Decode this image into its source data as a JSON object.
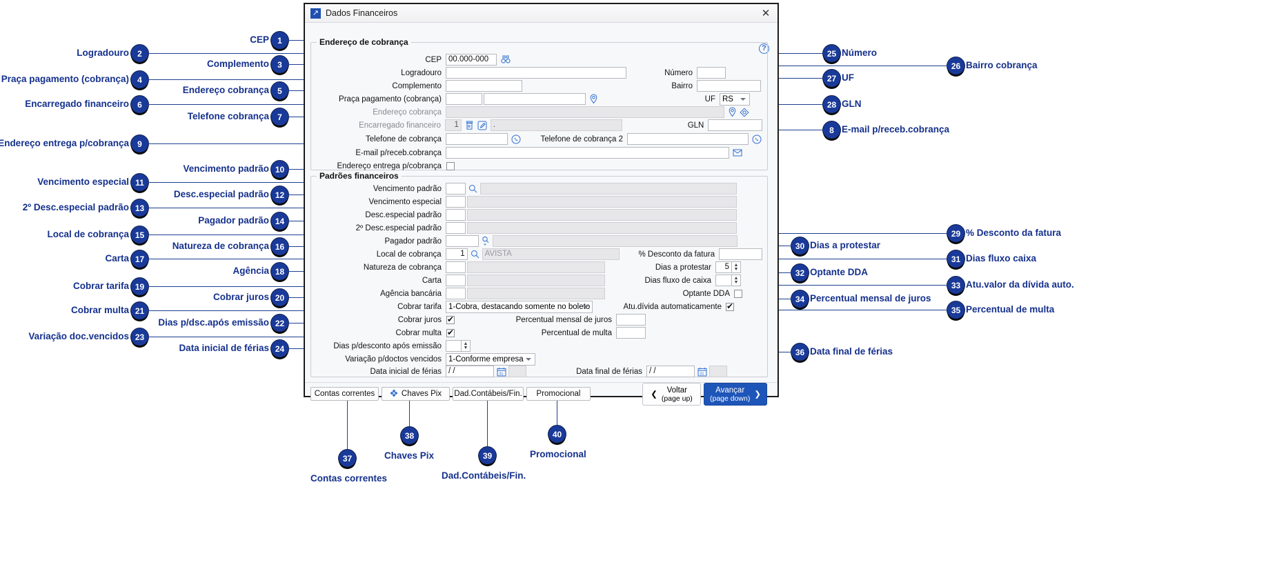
{
  "window": {
    "title": "Dados Financeiros",
    "icon": "arrow-up-right-icon",
    "close_label": "✕",
    "help_label": "?"
  },
  "groups": {
    "billing_address": "Endereço de cobrança",
    "financial_defaults": "Padrões financeiros"
  },
  "fields": {
    "cep": {
      "label": "CEP",
      "value": "00.000-000",
      "icon": "binoculars-icon"
    },
    "logradouro": {
      "label": "Logradouro",
      "value": ""
    },
    "numero": {
      "label": "Número",
      "value": ""
    },
    "complemento": {
      "label": "Complemento",
      "value": ""
    },
    "bairro": {
      "label": "Bairro",
      "value": ""
    },
    "praca_pagamento": {
      "label": "Praça pagamento (cobrança)",
      "code": "",
      "value": "",
      "icon": "map-pin-icon"
    },
    "uf": {
      "label": "UF",
      "value": "RS"
    },
    "endereco_cobranca": {
      "label": "Endereço cobrança",
      "value": "",
      "icons": [
        "map-pin-icon",
        "diamond-target-icon"
      ]
    },
    "encarregado_financeiro": {
      "label": "Encarregado financeiro",
      "code": "1",
      "value": ".",
      "icons": [
        "copy-icon",
        "edit-icon"
      ]
    },
    "gln": {
      "label": "GLN",
      "value": ""
    },
    "telefone_cobranca": {
      "label": "Telefone de cobrança",
      "value": "",
      "icon": "whatsapp-icon"
    },
    "telefone_cobranca2": {
      "label": "Telefone de cobrança 2",
      "value": "",
      "icon": "whatsapp-icon"
    },
    "email_cobranca": {
      "label": "E-mail p/receb.cobrança",
      "value": "",
      "icon": "mail-send-icon"
    },
    "endereco_entrega": {
      "label": "Endereço entrega p/cobrança",
      "checked": false
    },
    "vencimento_padrao": {
      "label": "Vencimento padrão",
      "code": "",
      "value": "",
      "icon": "search-icon"
    },
    "vencimento_especial": {
      "label": "Vencimento especial",
      "code": "",
      "value": ""
    },
    "desc_especial_padrao": {
      "label": "Desc.especial padrão",
      "code": "",
      "value": ""
    },
    "desc_especial_padrao2": {
      "label": "2º Desc.especial padrão",
      "code": "",
      "value": ""
    },
    "pagador_padrao": {
      "label": "Pagador padrão",
      "code": "",
      "value": "",
      "icon": "search-dropdown-icon"
    },
    "local_cobranca": {
      "label": "Local de cobrança",
      "code": "1",
      "value": "AVISTA",
      "icon": "search-icon"
    },
    "natureza_cobranca": {
      "label": "Natureza de cobrança",
      "code": "",
      "value": ""
    },
    "carta": {
      "label": "Carta",
      "code": "",
      "value": ""
    },
    "agencia_bancaria": {
      "label": "Agência bancária",
      "code": "",
      "value": ""
    },
    "cobrar_tarifa": {
      "label": "Cobrar tarifa",
      "value": "1-Cobra, destacando somente no boleto"
    },
    "cobrar_juros": {
      "label": "Cobrar juros",
      "checked": true
    },
    "cobrar_multa": {
      "label": "Cobrar multa",
      "checked": true
    },
    "dias_desconto": {
      "label": "Dias p/desconto após emissão",
      "value": ""
    },
    "variacao_vencidos": {
      "label": "Variação p/doctos vencidos",
      "value": "1-Conforme empresa"
    },
    "data_inicial_ferias": {
      "label": "Data inicial de férias",
      "value": "/  /",
      "icon": "calendar-icon"
    },
    "data_final_ferias": {
      "label": "Data final de férias",
      "value": "/  /",
      "icon": "calendar-icon"
    },
    "perc_desconto_fatura": {
      "label": "% Desconto da fatura",
      "value": ""
    },
    "dias_protestar": {
      "label": "Dias a protestar",
      "value": "5"
    },
    "dias_fluxo_caixa": {
      "label": "Dias fluxo de caixa",
      "value": ""
    },
    "optante_dda": {
      "label": "Optante DDA",
      "checked": false
    },
    "atu_divida": {
      "label": "Atu.dívida automaticamente",
      "checked": true
    },
    "perc_mensal_juros": {
      "label": "Percentual mensal de juros",
      "value": ""
    },
    "perc_multa": {
      "label": "Percentual de multa",
      "value": ""
    }
  },
  "buttons": {
    "contas_correntes": "Contas correntes",
    "chaves_pix": "Chaves Pix",
    "dad_contabeis": "Dad.Contábeis/Fin.",
    "promocional": "Promocional",
    "voltar_line1": "Voltar",
    "voltar_line2": "(page up)",
    "avancar_line1": "Avançar",
    "avancar_line2": "(page down)"
  },
  "annotations": [
    {
      "n": "1",
      "text": "CEP"
    },
    {
      "n": "2",
      "text": "Logradouro"
    },
    {
      "n": "3",
      "text": "Complemento"
    },
    {
      "n": "4",
      "text": "Praça pagamento (cobrança)"
    },
    {
      "n": "5",
      "text": "Endereço cobrança"
    },
    {
      "n": "6",
      "text": "Encarregado financeiro"
    },
    {
      "n": "7",
      "text": "Telefone cobrança"
    },
    {
      "n": "8",
      "text": "E-mail p/receb.cobrança"
    },
    {
      "n": "9",
      "text": "Endereço entrega p/cobrança"
    },
    {
      "n": "10",
      "text": "Vencimento padrão"
    },
    {
      "n": "11",
      "text": "Vencimento especial"
    },
    {
      "n": "12",
      "text": "Desc.especial padrão"
    },
    {
      "n": "13",
      "text": "2º Desc.especial padrão"
    },
    {
      "n": "14",
      "text": "Pagador padrão"
    },
    {
      "n": "15",
      "text": "Local de cobrança"
    },
    {
      "n": "16",
      "text": "Natureza de cobrança"
    },
    {
      "n": "17",
      "text": "Carta"
    },
    {
      "n": "18",
      "text": "Agência"
    },
    {
      "n": "19",
      "text": "Cobrar tarifa"
    },
    {
      "n": "20",
      "text": "Cobrar juros"
    },
    {
      "n": "21",
      "text": "Cobrar multa"
    },
    {
      "n": "22",
      "text": "Dias p/dsc.após emissão"
    },
    {
      "n": "23",
      "text": "Variação doc.vencidos"
    },
    {
      "n": "24",
      "text": "Data inicial de férias"
    },
    {
      "n": "25",
      "text": "Número"
    },
    {
      "n": "26",
      "text": "Bairro cobrança"
    },
    {
      "n": "27",
      "text": "UF"
    },
    {
      "n": "28",
      "text": "GLN"
    },
    {
      "n": "29",
      "text": "% Desconto da fatura"
    },
    {
      "n": "30",
      "text": "Dias a protestar"
    },
    {
      "n": "31",
      "text": "Dias fluxo caixa"
    },
    {
      "n": "32",
      "text": "Optante DDA"
    },
    {
      "n": "33",
      "text": "Atu.valor da dívida auto."
    },
    {
      "n": "34",
      "text": "Percentual mensal de juros"
    },
    {
      "n": "35",
      "text": "Percentual de multa"
    },
    {
      "n": "36",
      "text": "Data final de férias"
    },
    {
      "n": "37",
      "text": "Contas correntes"
    },
    {
      "n": "38",
      "text": "Chaves Pix"
    },
    {
      "n": "39",
      "text": "Dad.Contábeis/Fin."
    },
    {
      "n": "40",
      "text": "Promocional"
    }
  ]
}
